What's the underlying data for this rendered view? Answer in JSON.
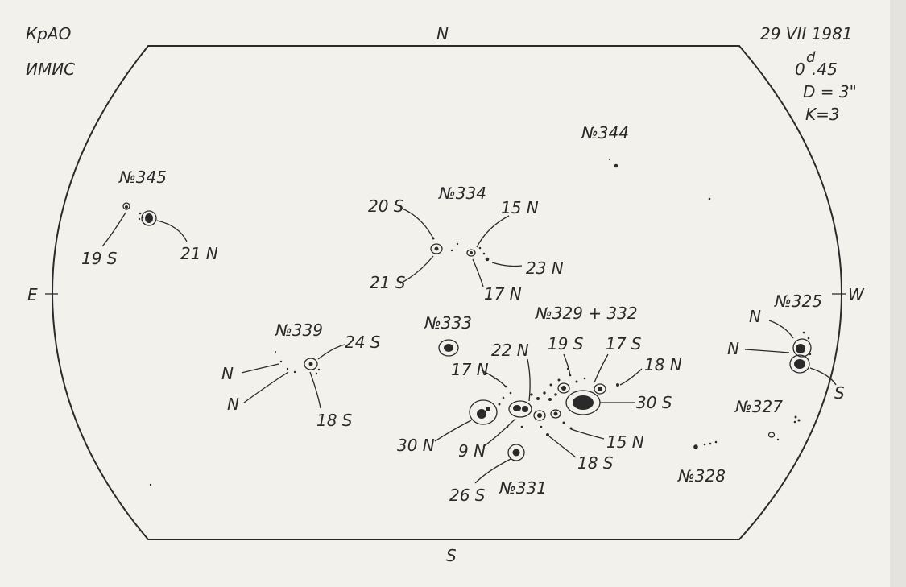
{
  "header": {
    "observatory": "КрАО",
    "observer": "ИМИС",
    "date": "29 VII 1981",
    "time_main": "0",
    "time_sup": "d",
    "time_rest": ".45",
    "diameter": "D = 3\"",
    "k_index": "K=3"
  },
  "directions": {
    "north": "N",
    "south": "S",
    "east": "E",
    "west": "W"
  },
  "regions": {
    "r345": {
      "label": "№345",
      "lat_left": "19 S",
      "lat_right": "21 N"
    },
    "r344": {
      "label": "№344"
    },
    "r334": {
      "label": "№334",
      "lat_top_left": "20 S",
      "lat_top_right": "15 N",
      "lat_right": "23 N",
      "lat_bottom_left": "21 S",
      "lat_bottom_right": "17 N"
    },
    "r339": {
      "label": "№339",
      "lat_right": "24 S",
      "lat_left_top": "N",
      "lat_left_bottom": "N",
      "lat_bottom": "18 S"
    },
    "r333": {
      "label": "№333"
    },
    "r329": {
      "label": "№329 + 332",
      "lat_22n": "22 N",
      "lat_19s": "19 S",
      "lat_17s": "17 S",
      "lat_17n": "17 N",
      "lat_18n": "18 N",
      "lat_30s": "30 S",
      "lat_30n": "30 N",
      "lat_9n": "9 N",
      "lat_15n": "15 N",
      "lat_18s": "18 S"
    },
    "r331": {
      "label": "№331",
      "lat": "26 S"
    },
    "r325": {
      "label": "№325",
      "lat_n1": "N",
      "lat_n2": "N",
      "lat_s": "S"
    },
    "r327": {
      "label": "№327"
    },
    "r328": {
      "label": "№328"
    }
  }
}
